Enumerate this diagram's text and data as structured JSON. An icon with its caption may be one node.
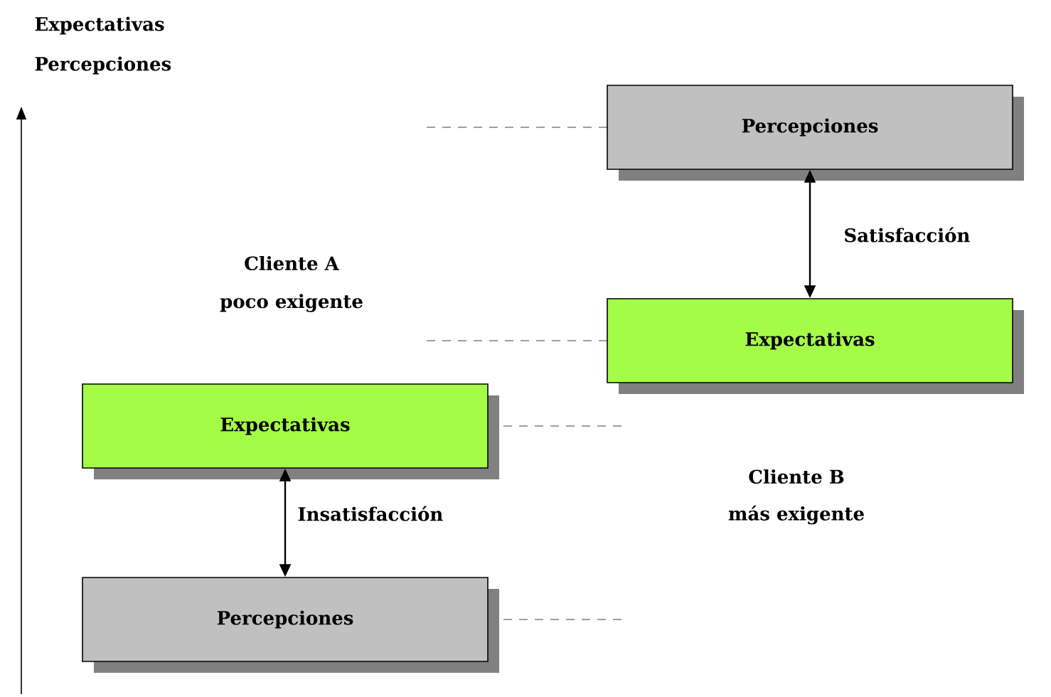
{
  "diagram": {
    "nodes": [
      {
        "text": [
          "Percepciones"
        ]
      },
      {
        "text": [
          "Expectativas"
        ]
      },
      {
        "text": [
          "Expectativas"
        ]
      },
      {
        "text": [
          "Percepciones"
        ]
      }
    ],
    "edges": [
      {
        "from": 0,
        "to": 1,
        "arrow": "both",
        "label": "Satisfacción"
      },
      {
        "from": 2,
        "to": 3,
        "arrow": "both",
        "label": "Insatisfacción"
      }
    ],
    "labels": [
      "Expectativas",
      "Percepciones",
      "Cliente A",
      "poco exigente",
      "Cliente B",
      "más exigente"
    ]
  }
}
